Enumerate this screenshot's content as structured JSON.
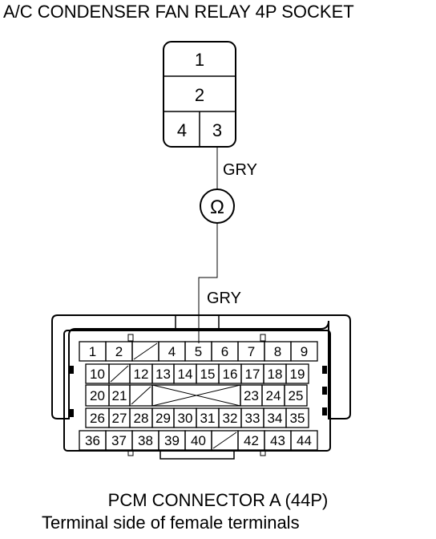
{
  "title": "A/C CONDENSER FAN RELAY 4P SOCKET",
  "relay_terminals": [
    "1",
    "2",
    "4",
    "3"
  ],
  "wire_upper_color": "GRY",
  "meter_symbol": "Ω",
  "wire_lower_color": "GRY",
  "pcm_rows": [
    [
      "1",
      "2",
      "",
      "4",
      "5",
      "6",
      "7",
      "8",
      "9"
    ],
    [
      "10",
      "",
      "12",
      "13",
      "14",
      "15",
      "16",
      "17",
      "18",
      "19"
    ],
    [
      "20",
      "21",
      "",
      "",
      "23",
      "24",
      "25"
    ],
    [
      "26",
      "27",
      "28",
      "29",
      "30",
      "31",
      "32",
      "33",
      "34",
      "35"
    ],
    [
      "36",
      "37",
      "38",
      "39",
      "40",
      "",
      "42",
      "43",
      "44"
    ]
  ],
  "caption_line1": "PCM CONNECTOR A (44P)",
  "caption_line2": "Terminal side of female terminals"
}
